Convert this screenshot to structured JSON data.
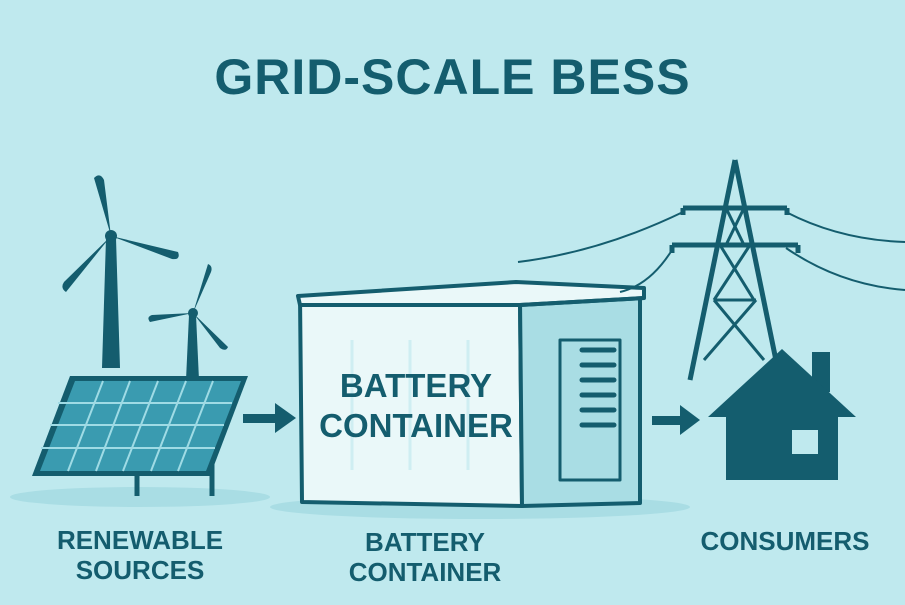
{
  "title": "GRID-SCALE BESS",
  "container_text": {
    "line1": "BATTERY",
    "line2": "CONTAINER"
  },
  "labels": {
    "renewable": {
      "line1": "RENEWABLE",
      "line2": "SOURCES"
    },
    "battery": {
      "line1": "BATTERY",
      "line2": "CONTAINER"
    },
    "consumers": {
      "line1": "CONSUMERS"
    }
  },
  "colors": {
    "background": "#bfe9ee",
    "primary": "#145d6e",
    "container_fill": "#eaf8f9",
    "panel_cell": "#3a9bb0"
  }
}
